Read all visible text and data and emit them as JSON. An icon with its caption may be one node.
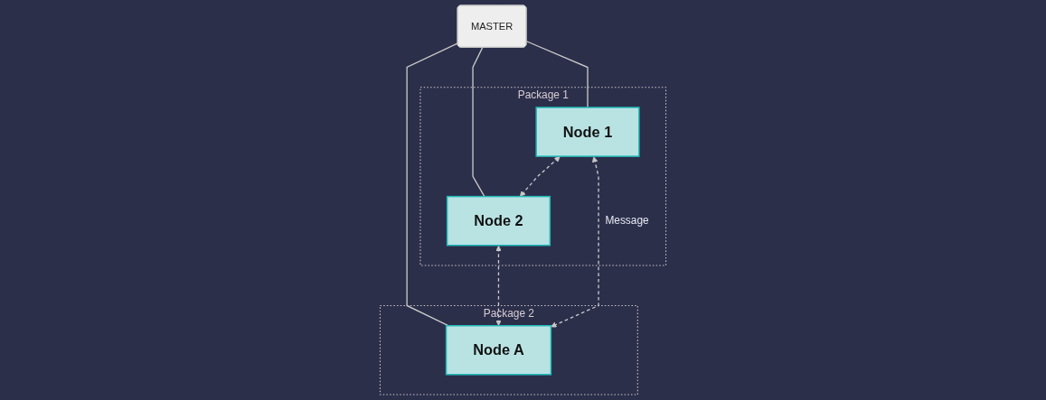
{
  "diagram": {
    "nodes": [
      {
        "text": [
          "MASTER"
        ]
      },
      {
        "text": [
          "Package 1"
        ]
      },
      {
        "text": [
          "Node 1"
        ],
        "in": 1
      },
      {
        "text": [
          "Node 2"
        ],
        "in": 1
      },
      {
        "text": [
          "Package 2"
        ]
      },
      {
        "text": [
          "Node A"
        ],
        "in": 4
      }
    ],
    "edges": [
      {
        "from": 0,
        "to": 2,
        "arrow": "none"
      },
      {
        "from": 0,
        "to": 3,
        "arrow": "none"
      },
      {
        "from": 0,
        "to": 5,
        "arrow": "none"
      },
      {
        "from": 2,
        "to": 3,
        "arrow": "both",
        "style": "dashed"
      },
      {
        "from": 3,
        "to": 5,
        "arrow": "both",
        "style": "dashed"
      },
      {
        "from": 2,
        "to": 5,
        "arrow": "both",
        "style": "dashed",
        "label": "Message"
      }
    ]
  }
}
